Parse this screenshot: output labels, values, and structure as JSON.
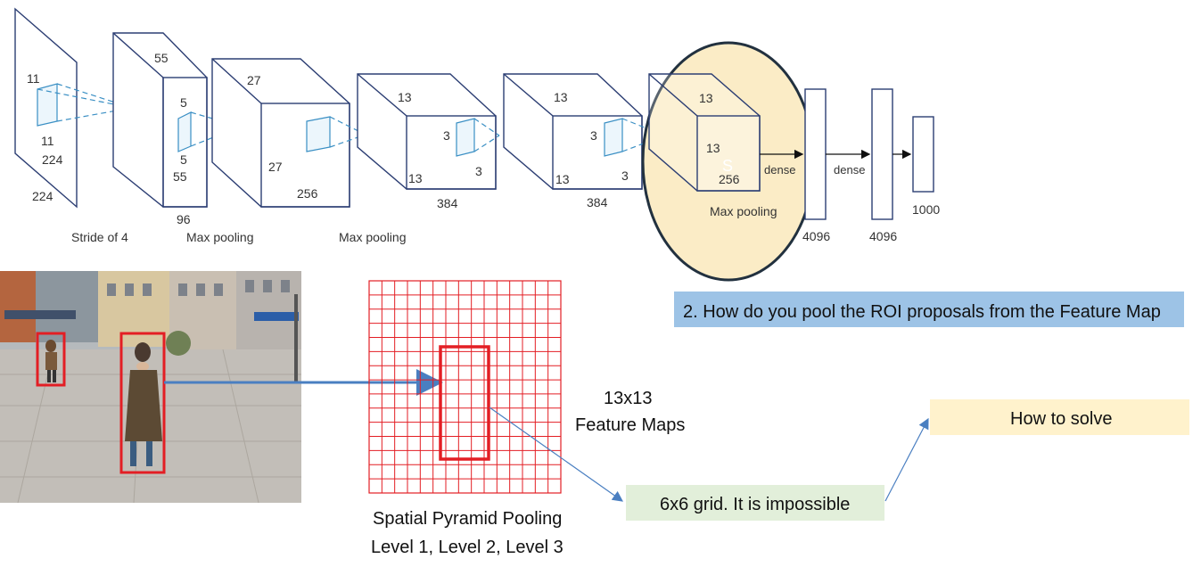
{
  "network": {
    "input": {
      "h": "224",
      "w": "224",
      "kernel_h": "11",
      "kernel_w": "11",
      "caption": "Stride of 4"
    },
    "conv1": {
      "h": "55",
      "w": "55",
      "depth": "96",
      "kernel_h": "5",
      "kernel_w": "5",
      "caption": "Max pooling"
    },
    "conv2": {
      "h": "27",
      "w": "27",
      "depth": "256",
      "caption": "Max pooling"
    },
    "conv3": {
      "h": "13",
      "w": "13",
      "depth": "384",
      "kernel_h": "3",
      "kernel_w": "3"
    },
    "conv4": {
      "h": "13",
      "w": "13",
      "depth": "384",
      "kernel_h": "3",
      "kernel_w": "3"
    },
    "conv5": {
      "h": "13",
      "w": "13",
      "depth": "256",
      "caption": "Max pooling",
      "overlay_glyph": "S"
    },
    "dense1": {
      "label": "dense",
      "size": "4096"
    },
    "dense2": {
      "label": "dense",
      "size": "4096"
    },
    "output": {
      "size": "1000"
    }
  },
  "highlight_color": "#fbecc6",
  "question_box": {
    "text": "2. How do you pool the ROI proposals from the Feature Map",
    "color": "#9dc3e6"
  },
  "grid": {
    "rows": 15,
    "cols": 15,
    "color": "#e31e24",
    "roi_color": "#e31e24"
  },
  "feature_map_label": {
    "line1": "13x13",
    "line2": "Feature Maps"
  },
  "spp_label": {
    "line1": "Spatial Pyramid Pooling",
    "line2": "Level 1, Level 2, Level 3"
  },
  "grid_box": {
    "text": "6x6 grid. It is impossible",
    "color": "#e2efda"
  },
  "solve_box": {
    "text": "How to solve",
    "color": "#fff2cc"
  },
  "photo": {
    "description_colors": [
      "#8a9299",
      "#c8c3bd"
    ],
    "detection_color": "#e31e24"
  }
}
